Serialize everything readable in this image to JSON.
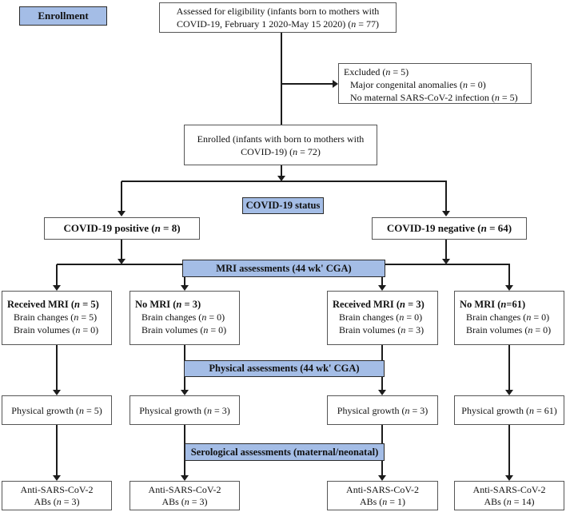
{
  "colors": {
    "band_fill": "#a4bde6",
    "band_border": "#2b2b2b",
    "box_border": "#565656",
    "line": "#1c1c1c",
    "text": "#111111",
    "background": "#ffffff"
  },
  "enrollment_label": "Enrollment",
  "assessed": {
    "line1": "Assessed for eligibility (infants born to mothers with",
    "line2": "COVID-19, February 1 2020-May 15 2020) (n = 77)"
  },
  "excluded": {
    "title": "Excluded (n = 5)",
    "reason1": "Major congenital anomalies (n = 0)",
    "reason2": "No maternal SARS-CoV-2 infection (n = 5)"
  },
  "enrolled": {
    "line1": "Enrolled (infants with born to mothers with",
    "line2": "COVID-19) (n = 72)"
  },
  "bands": {
    "covid_status": "COVID-19 status",
    "mri": "MRI assessments (44 wk' CGA)",
    "physical": "Physical assessments (44 wk' CGA)",
    "serological": "Serological assessments (maternal/neonatal)"
  },
  "covid_split": {
    "positive": "COVID-19 positive (n = 8)",
    "negative": "COVID-19 negative (n = 64)"
  },
  "mri_boxes": [
    {
      "title": "Received MRI (n = 5)",
      "line2": "Brain changes (n = 5)",
      "line3": "Brain volumes (n = 0)"
    },
    {
      "title": "No MRI (n = 3)",
      "line2": "Brain changes (n = 0)",
      "line3": "Brain volumes (n = 0)"
    },
    {
      "title": "Received MRI (n = 3)",
      "line2": "Brain changes (n = 0)",
      "line3": "Brain volumes (n = 3)"
    },
    {
      "title": "No MRI (n=61)",
      "line2": "Brain changes (n = 0)",
      "line3": "Brain volumes (n = 0)"
    }
  ],
  "growth_boxes": [
    {
      "label": "Physical growth (n = 5)"
    },
    {
      "label": "Physical growth (n = 3)"
    },
    {
      "label": "Physical growth (n = 3)"
    },
    {
      "label": "Physical growth (n = 61)"
    }
  ],
  "abs_boxes": [
    {
      "line1": "Anti-SARS-CoV-2",
      "line2": "ABs (n = 3)"
    },
    {
      "line1": "Anti-SARS-CoV-2",
      "line2": "ABs (n = 3)"
    },
    {
      "line1": "Anti-SARS-CoV-2",
      "line2": "ABs (n = 1)"
    },
    {
      "line1": "Anti-SARS-CoV-2",
      "line2": "ABs (n = 14)"
    }
  ]
}
